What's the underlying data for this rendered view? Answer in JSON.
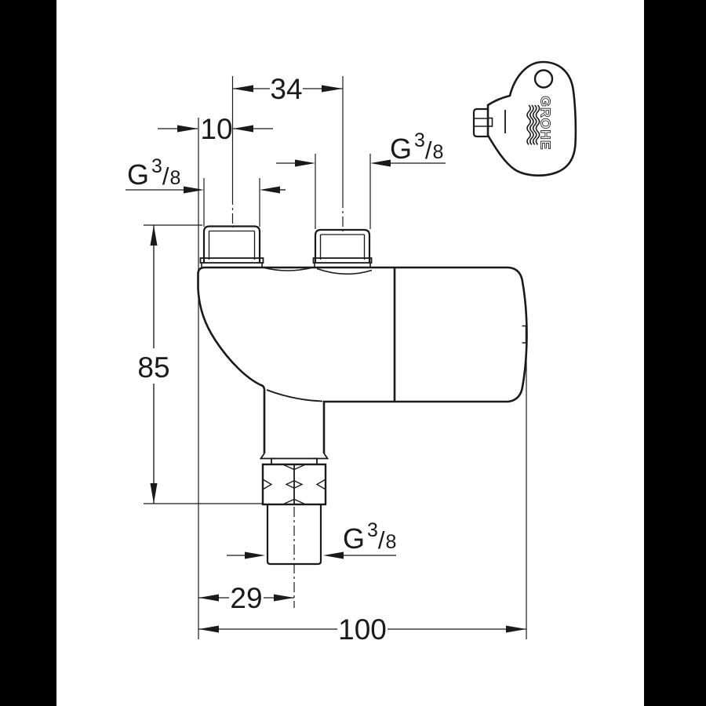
{
  "window": {
    "background": "#000000",
    "paper": "#ffffff",
    "ink": "#1a1a1a"
  },
  "drawing": {
    "brand": "GROHE",
    "dimensions": {
      "inlet_spacing": "34",
      "inlet_offset": "10",
      "body_height": "85",
      "outlet_offset": "29",
      "overall_length": "100"
    },
    "thread_label": {
      "prefix": "G",
      "numerator": "3",
      "slash": "/",
      "denominator": "8"
    }
  }
}
